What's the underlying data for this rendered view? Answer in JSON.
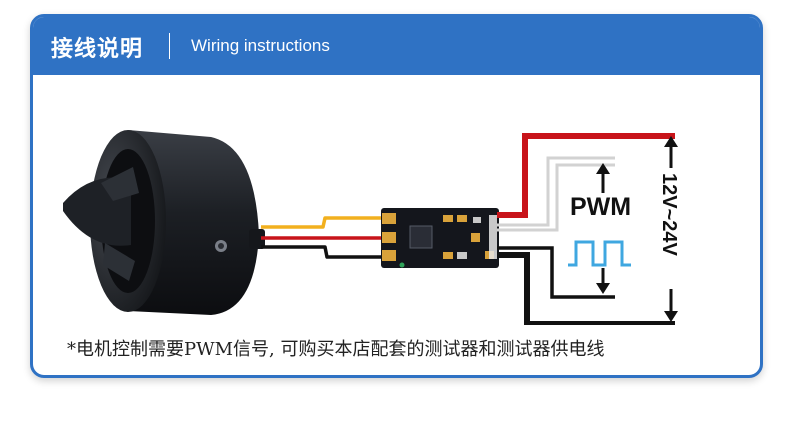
{
  "header": {
    "title_cn": "接线说明",
    "title_en": "Wiring instructions"
  },
  "diagram": {
    "pwm_label": "PWM",
    "voltage_label": "12V~24V"
  },
  "note": "*电机控制需要PWM信号, 可购买本店配套的测试器和测试器供电线",
  "colors": {
    "accent": "#2f72c4",
    "wire_red": "#c8141a",
    "wire_yellow": "#f2b01e",
    "wire_black": "#111111",
    "wire_gray": "#d2d2d2",
    "pwm_wave": "#3fa7e0",
    "pcb": "#14161c"
  }
}
